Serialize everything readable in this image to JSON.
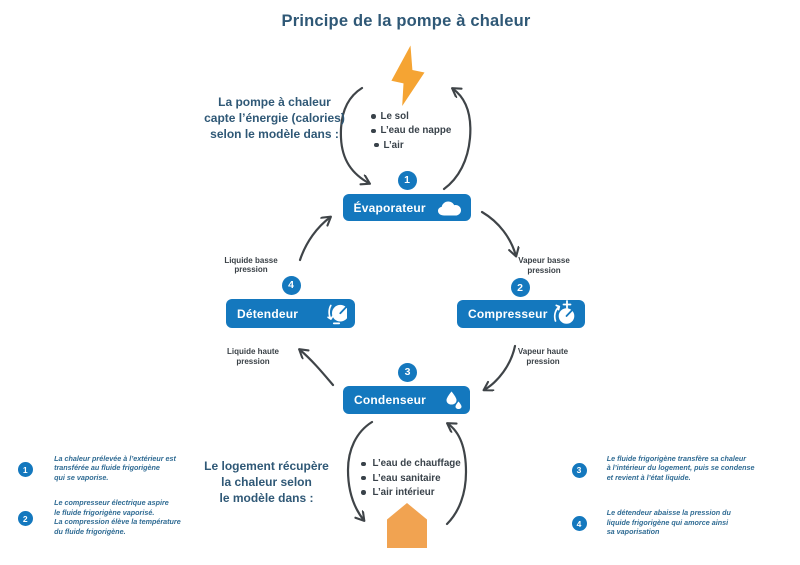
{
  "title": "Principe de la pompe à chaleur",
  "colors": {
    "box_blue": "#1478BE",
    "heading_blue": "#2F5876",
    "note_blue": "#2F6B93",
    "text_dark": "#39424A",
    "arrow_dark": "#3F4448",
    "lightning_orange": "#F5A433",
    "house_orange": "#F1A351",
    "white": "#FFFFFF"
  },
  "top_section": {
    "heading": {
      "lines": [
        "La pompe à chaleur",
        "capte l’énergie (calories)",
        "selon le modèle dans :"
      ]
    },
    "bullets": [
      "Le sol",
      "L’eau de nappe",
      "L’air"
    ],
    "icon": "lightning-icon"
  },
  "cycle": {
    "evaporateur": {
      "step": "1",
      "label": "Évaporateur",
      "icon": "cloud-icon"
    },
    "compresseur": {
      "step": "2",
      "label": "Compresseur",
      "icon": "pressure-gauge-plus-icon"
    },
    "condenseur": {
      "step": "3",
      "label": "Condenseur",
      "icon": "water-drops-icon"
    },
    "detendeur": {
      "step": "4",
      "label": "Détendeur",
      "icon": "pressure-gauge-minus-icon"
    },
    "flow_labels": {
      "vapeur_basse": {
        "lines": [
          "Vapeur basse",
          "pression"
        ]
      },
      "vapeur_haute": {
        "lines": [
          "Vapeur haute",
          "pression"
        ]
      },
      "liquide_haute": {
        "lines": [
          "Liquide haute",
          "pression"
        ]
      },
      "liquide_basse": {
        "lines": [
          "Liquide basse",
          "pression"
        ]
      }
    }
  },
  "bottom_section": {
    "heading": {
      "lines": [
        "Le logement récupère",
        "la chaleur selon",
        "le modèle dans :"
      ]
    },
    "bullets": [
      "L’eau de chauffage",
      "L’eau sanitaire",
      "L’air intérieur"
    ],
    "icon": "house-icon"
  },
  "notes": [
    {
      "num": "1",
      "lines": [
        "La chaleur prélevée à l’extérieur est",
        "transférée au fluide frigorigène",
        "qui se vaporise."
      ]
    },
    {
      "num": "2",
      "lines": [
        "Le compresseur électrique aspire",
        "le fluide frigorigène vaporisé.",
        "La compression élève la température",
        "du fluide frigorigène."
      ]
    },
    {
      "num": "3",
      "lines": [
        "Le fluide frigorigène transfère sa chaleur",
        "à l’intérieur du logement, puis se condense",
        "et revient à l’état liquide."
      ]
    },
    {
      "num": "4",
      "lines": [
        "Le détendeur abaisse la pression du",
        "liquide frigorigène qui amorce ainsi",
        "sa vaporisation"
      ]
    }
  ]
}
